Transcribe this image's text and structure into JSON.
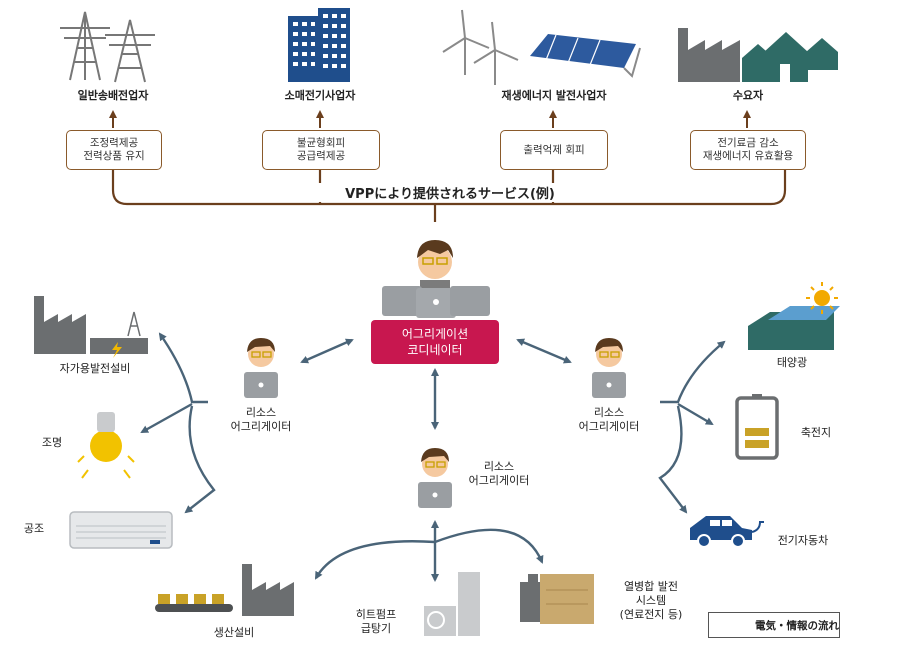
{
  "top_targets": [
    {
      "label": "일반송배전업자",
      "service_lines": [
        "조정력제공",
        "전력상품 유지"
      ]
    },
    {
      "label": "소매전기사업자",
      "service_lines": [
        "불균형회피",
        "공급력제공"
      ]
    },
    {
      "label": "재생에너지 발전사업자",
      "service_lines": [
        "출력억제 회피"
      ]
    },
    {
      "label": "수요자",
      "service_lines": [
        "전기료금 감소",
        "재생에너지 유효활용"
      ]
    }
  ],
  "vpp_title": "VPPにより提供されるサービス(例)",
  "coordinator": [
    "어그리게이션",
    "코디네이터"
  ],
  "aggregators": {
    "left": [
      "리소스",
      "어그리게이터"
    ],
    "right": [
      "리소스",
      "어그리게이터"
    ],
    "center": [
      "리소스",
      "어그리게이터"
    ]
  },
  "left_resources": [
    "자가용발전설비",
    "조명",
    "공조"
  ],
  "right_resources": [
    "태양광",
    "축전지",
    "전기자동차"
  ],
  "bottom_resources": {
    "production": "생산설비",
    "heatpump": [
      "히트펌프",
      "급탕기"
    ],
    "cogeneration": [
      "열병합 발전",
      "시스템",
      "(연료전지 등)"
    ]
  },
  "legend": "電気・情報の流れ",
  "colors": {
    "accent_brown": "#8a5a2b",
    "coordinator_red": "#c8174f",
    "arrow_slate": "#4a6478",
    "icon_gray": "#6b6e70",
    "icon_navy": "#1f4e8c",
    "icon_teal": "#2f6b66"
  }
}
